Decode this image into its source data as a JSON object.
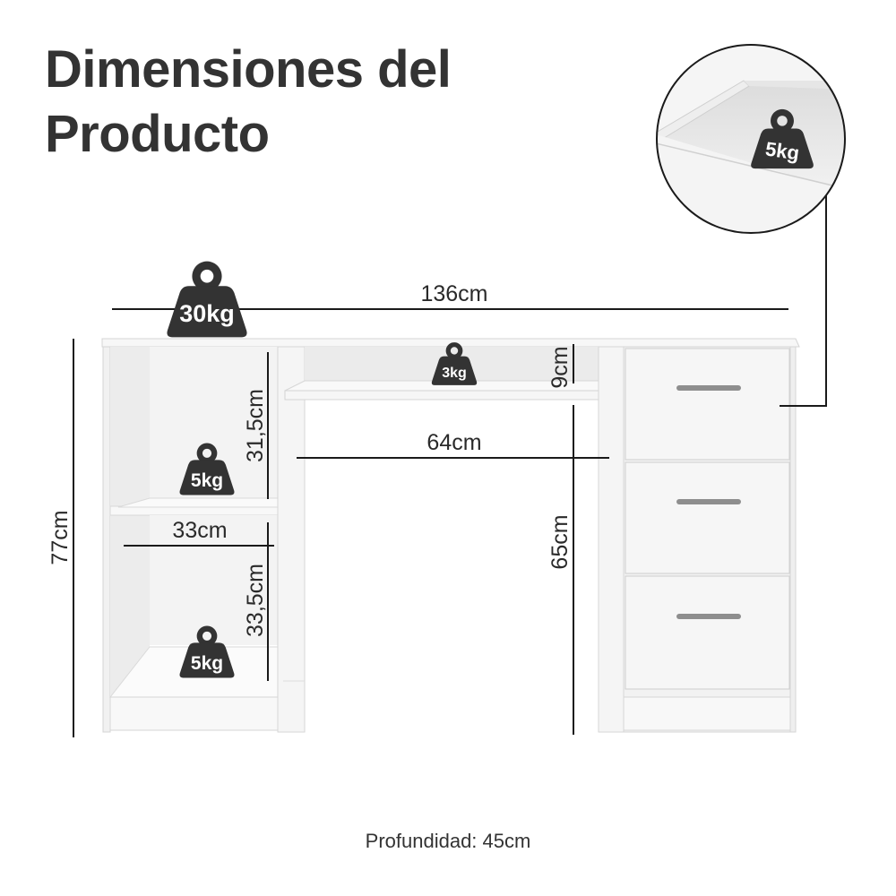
{
  "title": {
    "line1": "Dimensiones del",
    "line2": "Producto"
  },
  "dimensions": {
    "width": "136cm",
    "height": "77cm",
    "shelf_gap": "9cm",
    "knee_width": "64cm",
    "knee_height": "65cm",
    "upper_niche_height": "31,5cm",
    "lower_niche_height": "33,5cm",
    "niche_width": "33cm"
  },
  "weights": {
    "top": "30kg",
    "shelf": "3kg",
    "upper_niche": "5kg",
    "lower_niche": "5kg",
    "drawer": "5kg"
  },
  "footer": {
    "depth": "Profundidad: 45cm"
  },
  "colors": {
    "line": "#1a1a1a",
    "weight_badge": "#333333",
    "furniture": "#f4f4f4",
    "furniture_edge": "#d6d6d6"
  }
}
